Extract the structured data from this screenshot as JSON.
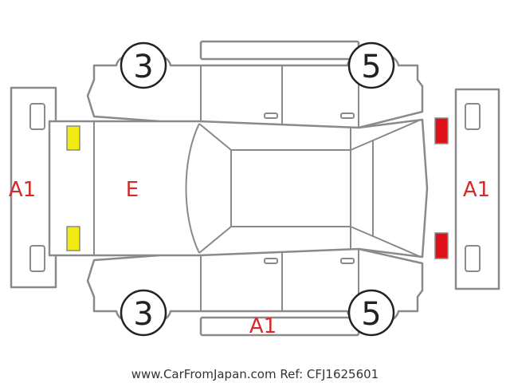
{
  "labels": {
    "front_bumper": "A1",
    "rear_bumper": "A1",
    "bottom_panel": "A1",
    "hood": "E"
  },
  "wheels": {
    "front_upper": "3",
    "front_lower": "3",
    "rear_upper": "5",
    "rear_lower": "5"
  },
  "caption": "www.CarFromJapan.com Ref: CFJ1625601",
  "colors": {
    "label_red": "#d42a2a",
    "marker_yellow": "#f2ea10",
    "marker_red": "#e0101a",
    "outline_gray": "#8a8a8a"
  }
}
